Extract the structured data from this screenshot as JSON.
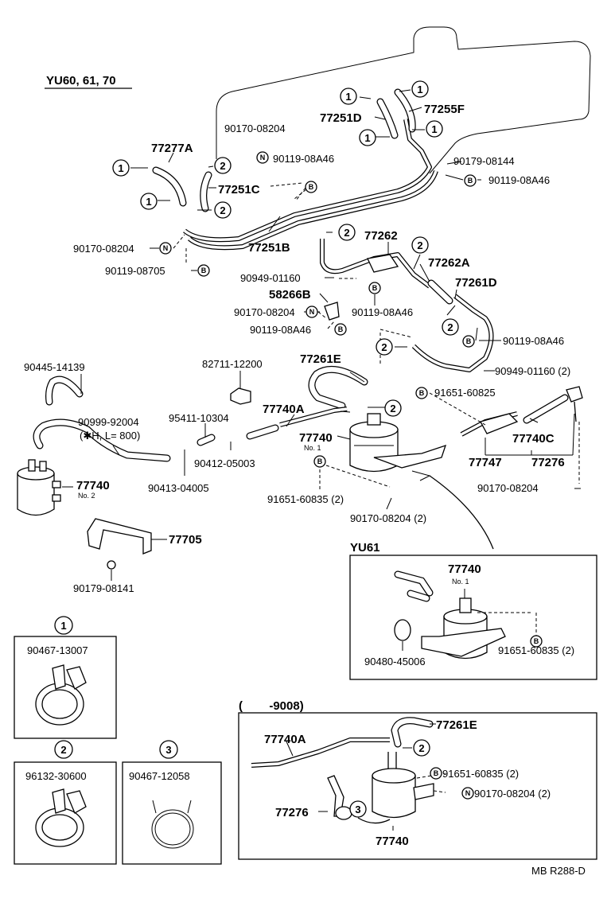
{
  "model_label": "YU60, 61, 70",
  "parts": {
    "p77277A": "77277A",
    "p77251C": "77251C",
    "p77251B": "77251B",
    "p77251D": "77251D",
    "p77255F": "77255F",
    "p90170_08204_top": "90170-08204",
    "p90119_08A46_top": "90119-08A46",
    "p90179_08144": "90179-08144",
    "p90119_08A46_right": "90119-08A46",
    "p90170_08204_left": "90170-08204",
    "p90119_08705": "90119-08705",
    "p77262": "77262",
    "p77262A": "77262A",
    "p90949_01160_a": "90949-01160",
    "p58266B": "58266B",
    "p90170_08204_mid": "90170-08204",
    "p90119_08A46_mid": "90119-08A46",
    "p90119_08A46_center": "90119-08A46",
    "p77261D": "77261D",
    "p90119_08A46_r2": "90119-08A46",
    "p90445_14139": "90445-14139",
    "p82711_12200": "82711-12200",
    "p77261E": "77261E",
    "p90949_01160_b": "90949-01160 (2)",
    "p91651_60825": "91651-60825",
    "p90999_92004": "90999-92004",
    "p90999_note": "(✱H, L= 800)",
    "p95411_10304": "95411-10304",
    "p77740A": "77740A",
    "p77740_no1": "77740",
    "no1": "No. 1",
    "p77740C": "77740C",
    "p90412_05003": "90412-05003",
    "p77747": "77747",
    "p77276": "77276",
    "p77740_no2": "77740",
    "no2": "No. 2",
    "p90413_04005": "90413-04005",
    "p91651_60835": "91651-60835 (2)",
    "p90170_08204_r": "90170-08204",
    "p90170_08204_c": "90170-08204 (2)",
    "p77705": "77705",
    "p90179_08141": "90179-08141"
  },
  "yu61_box": {
    "title": "YU61",
    "p77740": "77740",
    "no1": "No. 1",
    "p90480_45006": "90480-45006",
    "p91651_60835": "91651-60835 (2)"
  },
  "clamp_boxes": [
    {
      "symbol": "1",
      "part": "90467-13007"
    },
    {
      "symbol": "2",
      "part": "96132-30600"
    },
    {
      "symbol": "3",
      "part": "90467-12058"
    }
  ],
  "bottom_box": {
    "range": "(        -9008)",
    "p77261E": "77261E",
    "p77740A": "77740A",
    "p91651_60835": "91651-60835 (2)",
    "p90170_08204": "90170-08204 (2)",
    "p77276": "77276",
    "p77740": "77740"
  },
  "symbols": {
    "one": "1",
    "two": "2",
    "three": "3",
    "B": "B",
    "N": "N"
  },
  "ref_code": "MB R288-D"
}
